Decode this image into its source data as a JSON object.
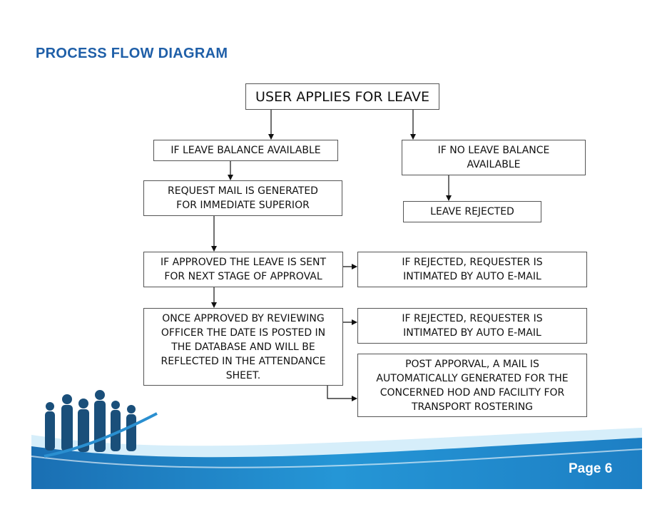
{
  "title": "PROCESS FLOW DIAGRAM",
  "page_label": "Page 6",
  "colors": {
    "title": "#1f5fa8",
    "box_border": "#555555",
    "footer_blue": "#1d7fc4",
    "footer_light": "#bfe3f6"
  },
  "nodes": {
    "start": "USER APPLIES FOR LEAVE",
    "balance_yes": "IF LEAVE BALANCE AVAILABLE",
    "balance_no": "IF NO LEAVE BALANCE\nAVAILABLE",
    "request_mail": "REQUEST MAIL IS GENERATED\nFOR IMMEDIATE SUPERIOR",
    "leave_rejected": "LEAVE REJECTED",
    "approved_next": "IF APPROVED THE LEAVE IS SENT\nFOR NEXT STAGE OF APPROVAL",
    "rejected_1": "IF REJECTED, REQUESTER IS\nINTIMATED BY AUTO  E-MAIL",
    "once_approved": "ONCE APPROVED BY REVIEWING\nOFFICER THE DATE IS POSTED IN\nTHE DATABASE AND WILL BE\nREFLECTED IN THE ATTENDANCE\nSHEET.",
    "rejected_2": "IF REJECTED, REQUESTER IS\nINTIMATED BY AUTO  E-MAIL",
    "post_approval": "POST APPORVAL,  A MAIL IS\nAUTOMATICALLY GENERATED FOR  THE\nCONCERNED HOD AND FACILITY FOR\nTRANSPORT ROSTERING"
  }
}
